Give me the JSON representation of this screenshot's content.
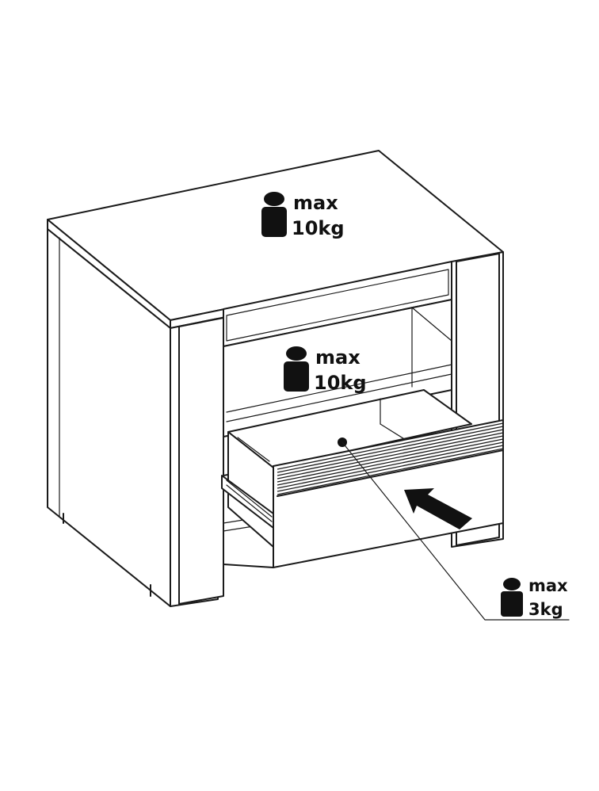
{
  "labels": {
    "top": {
      "line1": "max",
      "line2": "10kg"
    },
    "shelf": {
      "line1": "max",
      "line2": "10kg"
    },
    "drawer": {
      "line1": "max",
      "line2": "3kg"
    }
  },
  "colors": {
    "ink": "#1a1a1a",
    "paper": "#ffffff"
  },
  "icons": [
    "weight-icon",
    "push-arrow-icon"
  ]
}
